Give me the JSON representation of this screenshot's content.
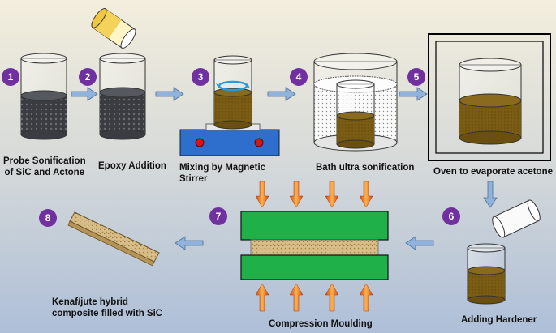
{
  "colors": {
    "badge": "#7030a0",
    "epoxy_brown": "#7a5c14",
    "sic_dark": "#3e4045",
    "plate_green": "#1fb04a",
    "stirrer_blue": "#2e6fce",
    "arrow_blue": "#8fb3dc",
    "press_arrow": "#f07a1f"
  },
  "steps": [
    {
      "num": "1",
      "label": "Probe Sonification\nof SiC and Actone"
    },
    {
      "num": "2",
      "label": "Epoxy Addition"
    },
    {
      "num": "3",
      "label": "Mixing by Magnetic\nStirrer"
    },
    {
      "num": "4",
      "label": "Bath ultra sonification"
    },
    {
      "num": "5",
      "label": "Oven to evaporate acetone"
    },
    {
      "num": "6",
      "label": "Adding Hardener"
    },
    {
      "num": "7",
      "label": "Compression Moulding"
    },
    {
      "num": "8",
      "label": "Kenaf/jute hybrid\ncomposite filled with SiC"
    }
  ]
}
